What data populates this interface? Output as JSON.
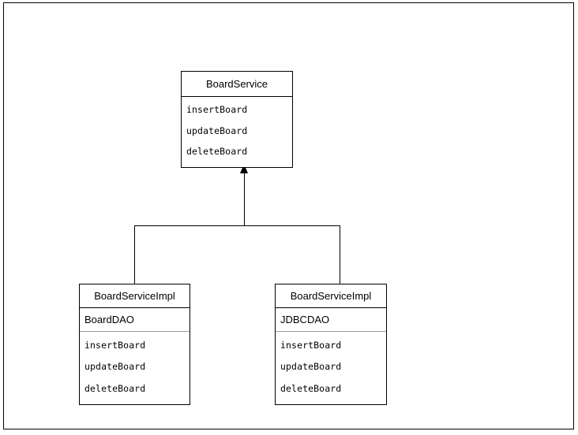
{
  "diagram": {
    "type": "uml-class-diagram",
    "relationship": "generalization",
    "arrowhead": "solid-triangle-up",
    "background_color": "#ffffff",
    "line_color": "#000000",
    "separator_color": "#9a9a9a",
    "classes": [
      {
        "id": "boardservice",
        "role": "supertype",
        "name": "BoardService",
        "attributes": [],
        "operations": [
          "insertBoard",
          "updateBoard",
          "deleteBoard"
        ]
      },
      {
        "id": "boardserviceimpl-boarddao",
        "role": "subtype",
        "name": "BoardServiceImpl",
        "attributes": [
          "BoardDAO"
        ],
        "operations": [
          "insertBoard",
          "updateBoard",
          "deleteBoard"
        ]
      },
      {
        "id": "boardserviceimpl-jdbcdao",
        "role": "subtype",
        "name": "BoardServiceImpl",
        "attributes": [
          "JDBCDAO"
        ],
        "operations": [
          "insertBoard",
          "updateBoard",
          "deleteBoard"
        ]
      }
    ]
  }
}
